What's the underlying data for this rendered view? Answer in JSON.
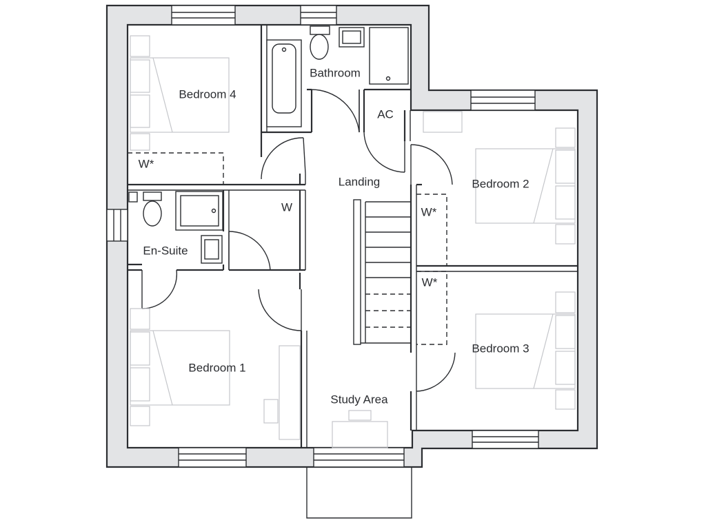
{
  "colors": {
    "wall_fill": "#e3e4e6",
    "line": "#2b2d31",
    "furniture": "#c4c6ca",
    "background": "#ffffff"
  },
  "rooms": {
    "bedroom4": "Bedroom 4",
    "bathroom": "Bathroom",
    "ac": "AC",
    "landing": "Landing",
    "bedroom2": "Bedroom 2",
    "w_bed4": "W*",
    "en_suite": "En-Suite",
    "w_ensuite": "W",
    "w_bed2": "W*",
    "w_bed3": "W*",
    "bedroom1": "Bedroom 1",
    "bedroom3": "Bedroom 3",
    "study_area": "Study Area"
  }
}
